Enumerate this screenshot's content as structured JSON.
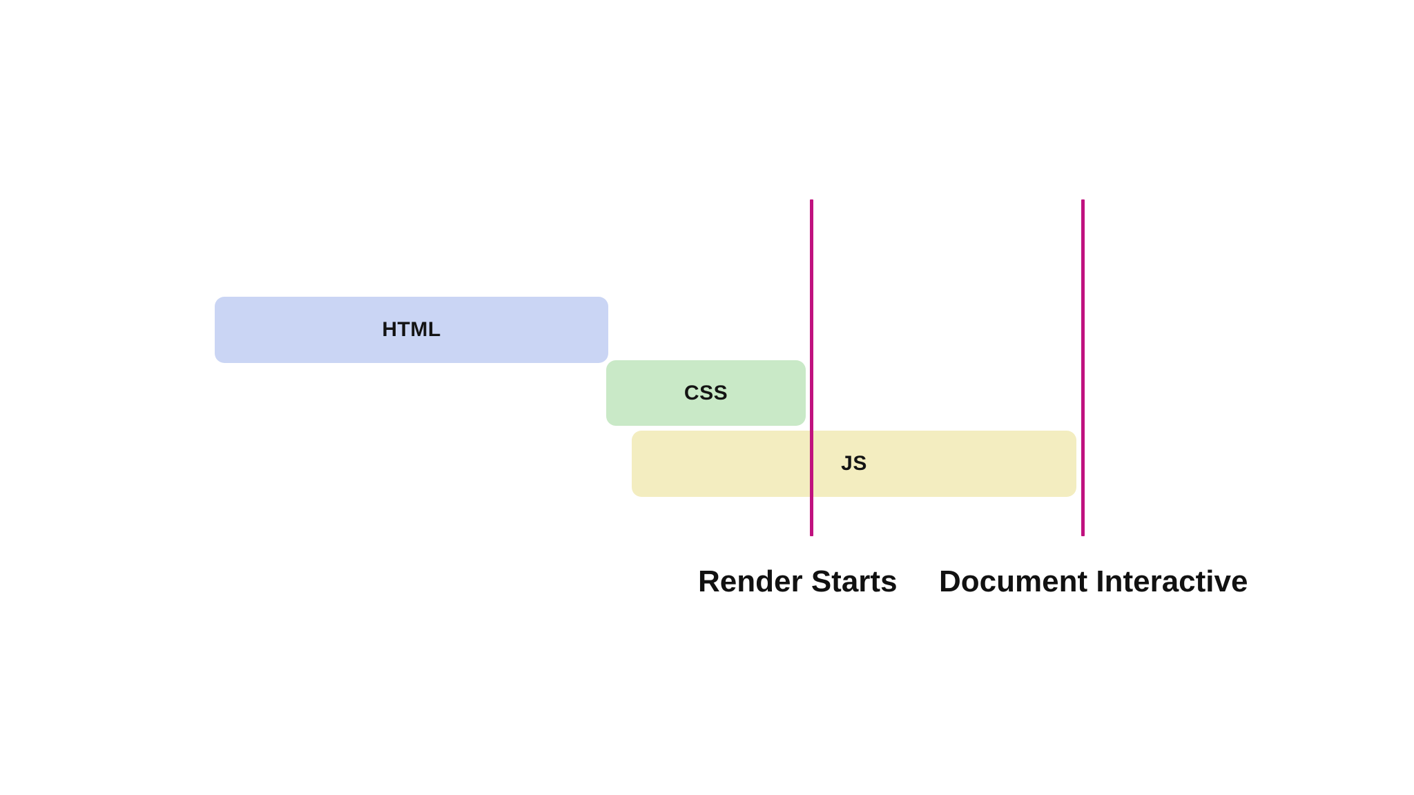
{
  "diagram": {
    "bars": {
      "html": {
        "label": "HTML",
        "color": "#cad5f4"
      },
      "css": {
        "label": "CSS",
        "color": "#c9e9c7"
      },
      "js": {
        "label": "JS",
        "color": "#f3edc0"
      }
    },
    "markers": {
      "render_starts": {
        "label": "Render Starts",
        "color": "#c0127f"
      },
      "document_interactive": {
        "label": "Document Interactive",
        "color": "#c0127f"
      }
    }
  }
}
